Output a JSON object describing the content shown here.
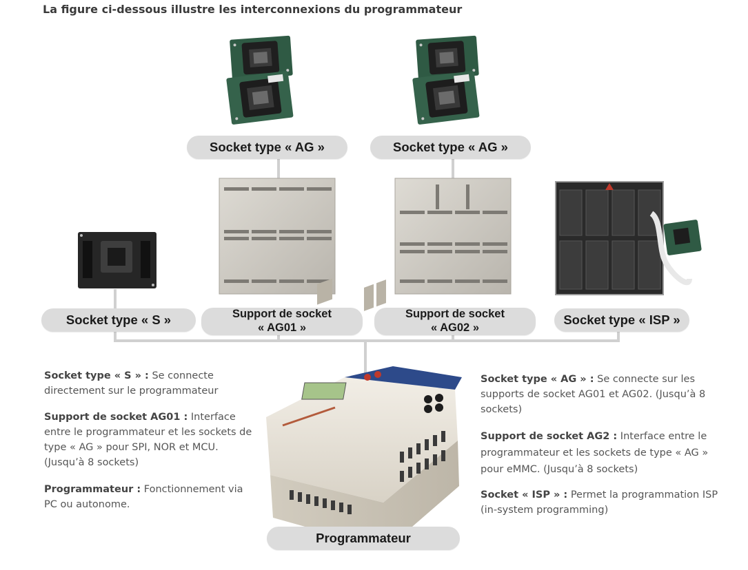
{
  "heading": "La figure ci-dessous illustre les interconnexions du programmateur",
  "labels": {
    "ag_left": "Socket type « AG »",
    "ag_right": "Socket type « AG »",
    "s": "Socket type « S »",
    "ag01_line1": "Support de socket",
    "ag01_line2": "« AG01 »",
    "ag02_line1": "Support de socket",
    "ag02_line2": "« AG02 »",
    "isp": "Socket type « ISP »",
    "programmer": "Programmateur"
  },
  "descriptions": {
    "left": [
      {
        "term": "Socket type « S » :",
        "text": " Se connecte directement sur le programmateur"
      },
      {
        "term": "Support de socket AG01 :",
        "text": " Interface entre le programmateur et les sockets de type « AG » pour SPI, NOR et MCU. (Jusqu’à 8 sockets)"
      },
      {
        "term": "Programmateur :",
        "text": " Fonctionnement via PC ou autonome."
      }
    ],
    "right": [
      {
        "term": "Socket type « AG » :",
        "text": " Se connecte sur les supports de socket AG01 et AG02. (Jusqu’à 8 sockets)"
      },
      {
        "term": "Support de socket AG2 :",
        "text": " Interface entre le programmateur et les sockets de type « AG » pour eMMC. (Jusqu’à 8 sockets)"
      },
      {
        "term": "Socket « ISP » :",
        "text": " Permet la programmation ISP (in-system programming)"
      }
    ]
  },
  "colors": {
    "connector": "#d0d0d0",
    "pill": "#dcdcdc",
    "pcb_green": "#2f5a44",
    "board_gray": "#c9c6c0",
    "isp_dark": "#2a2a2a",
    "device_body": "#e9e4da",
    "device_panel": "#2d4a8a"
  }
}
